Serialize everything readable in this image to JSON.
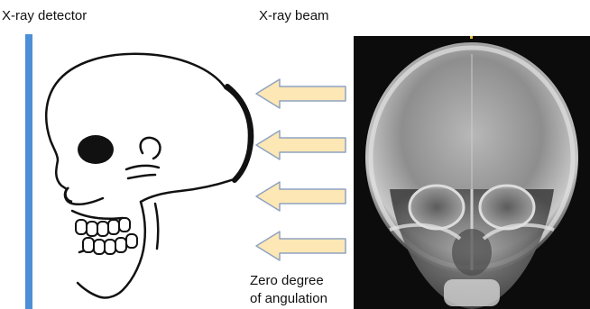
{
  "labels": {
    "detector": "X-ray detector",
    "beam": "X-ray beam",
    "caption_line1": "Zero degree",
    "caption_line2": "of angulation"
  },
  "arrows": {
    "count": 4,
    "direction": "left",
    "fill_color": "#fde7b4",
    "stroke_color": "#8ea3c2"
  },
  "colors": {
    "detector_bar": "#4d8fd6",
    "skull_outline": "#111111",
    "xray_background": "#0c0c0c"
  },
  "icons": {
    "skull": "skull-lateral-drawing",
    "radiograph": "skull-frontal-radiograph"
  }
}
